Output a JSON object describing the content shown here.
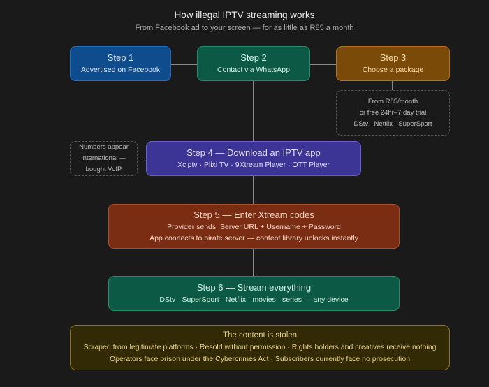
{
  "header": {
    "title": "How illegal IPTV streaming works",
    "subtitle": "From Facebook ad to your screen — for as little as R85 a month"
  },
  "steps": [
    {
      "title": "Step 1",
      "lines": [
        "Advertised on Facebook"
      ],
      "color": "#0f4c8e"
    },
    {
      "title": "Step 2",
      "lines": [
        "Contact via WhatsApp"
      ],
      "color": "#0c5a45"
    },
    {
      "title": "Step 3",
      "lines": [
        "Choose a package"
      ],
      "color": "#7a4a08"
    },
    {
      "title": "Step 4 — Download an IPTV app",
      "lines": [
        "Xciptv · Plixi TV · 9Xtream Player · OTT Player"
      ],
      "color": "#3d3596"
    },
    {
      "title": "Step 5 — Enter Xtream codes",
      "lines": [
        "Provider sends: Server URL + Username + Password",
        "App connects to pirate server — content library unlocks instantly"
      ],
      "color": "#7a2d12"
    },
    {
      "title": "Step 6 — Stream everything",
      "lines": [
        "DStv · SuperSport · Netflix · movies · series — any device"
      ],
      "color": "#0c5a45"
    }
  ],
  "notes": {
    "package": [
      "From R85/month",
      "or free 24hr–7 day trial",
      "DStv · Netflix · SuperSport"
    ],
    "numbers": [
      "Numbers appear",
      "international —",
      "bought VoIP"
    ]
  },
  "warning": {
    "title": "The content is stolen",
    "lines": [
      "Scraped from legitimate platforms · Resold without permission · Rights holders and creatives receive nothing",
      "Operators face prison under the Cybercrimes Act · Subscribers currently face no prosecution"
    ],
    "color": "#322a04"
  }
}
